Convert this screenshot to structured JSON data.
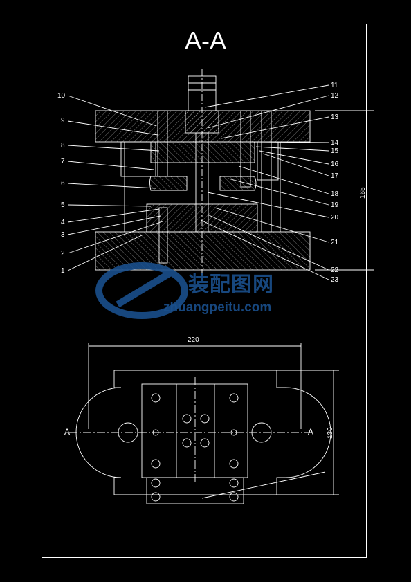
{
  "drawing": {
    "title": "A-A",
    "part_labels": [
      "1",
      "2",
      "3",
      "4",
      "5",
      "6",
      "7",
      "8",
      "9",
      "10",
      "11",
      "12",
      "13",
      "14",
      "15",
      "16",
      "17",
      "18",
      "19",
      "20",
      "21",
      "22",
      "23"
    ],
    "dim_width": "220",
    "dim_height_section": "165",
    "dim_height_plan": "130",
    "section_mark_left": "A",
    "section_mark_right": "A"
  },
  "watermark": {
    "cn_text": "装配图网",
    "url": "zhuangpeitu.com"
  },
  "colors": {
    "background": "#000000",
    "line": "#ffffff",
    "watermark": "#1a4f8c"
  }
}
